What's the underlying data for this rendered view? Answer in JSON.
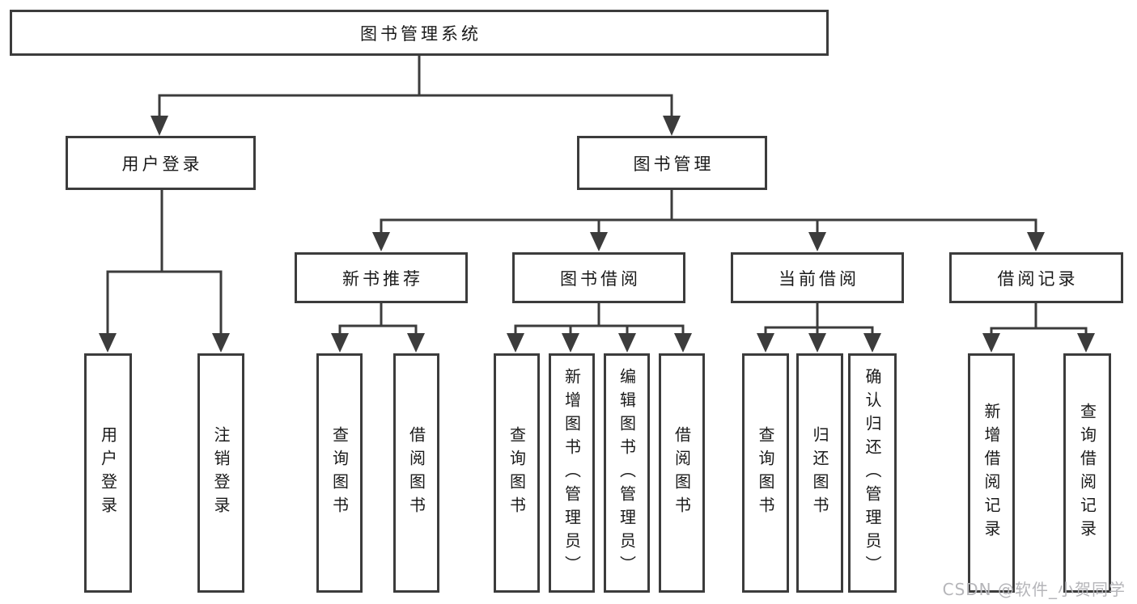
{
  "watermark": "CSDN @软件_小贺同学",
  "nodes": {
    "root": "图书管理系统",
    "user_login": "用户登录",
    "book_mgmt": "图书管理",
    "new_book_rec": "新书推荐",
    "book_borrow": "图书借阅",
    "current_borrow": "当前借阅",
    "borrow_record": "借阅记录",
    "ul_user_login": "用户登录",
    "ul_logout": "注销登录",
    "nr_query_book": "查询图书",
    "nr_borrow_book": "借阅图书",
    "bb_query_book": "查询图书",
    "bb_add_book": "新增图书（管理员）",
    "bb_edit_book": "编辑图书（管理员）",
    "bb_borrow_book": "借阅图书",
    "cb_query_book": "查询图书",
    "cb_return_book": "归还图书",
    "cb_confirm_return": "确认归还（管理员）",
    "br_add_record": "新增借阅记录",
    "br_query_record": "查询借阅记录"
  },
  "colors": {
    "line": "#3c3c3c",
    "text": "#1a1a1a",
    "watermark": "#b5b5b9"
  }
}
